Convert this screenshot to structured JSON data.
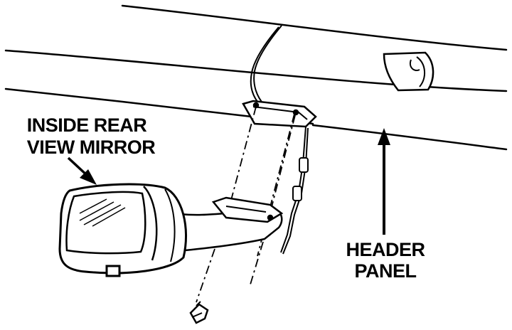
{
  "labels": {
    "mirror_line1": "INSIDE REAR",
    "mirror_line2": "VIEW MIRROR",
    "panel_line1": "HEADER",
    "panel_line2": "PANEL"
  },
  "colors": {
    "ink": "#000000",
    "paper": "#ffffff"
  }
}
